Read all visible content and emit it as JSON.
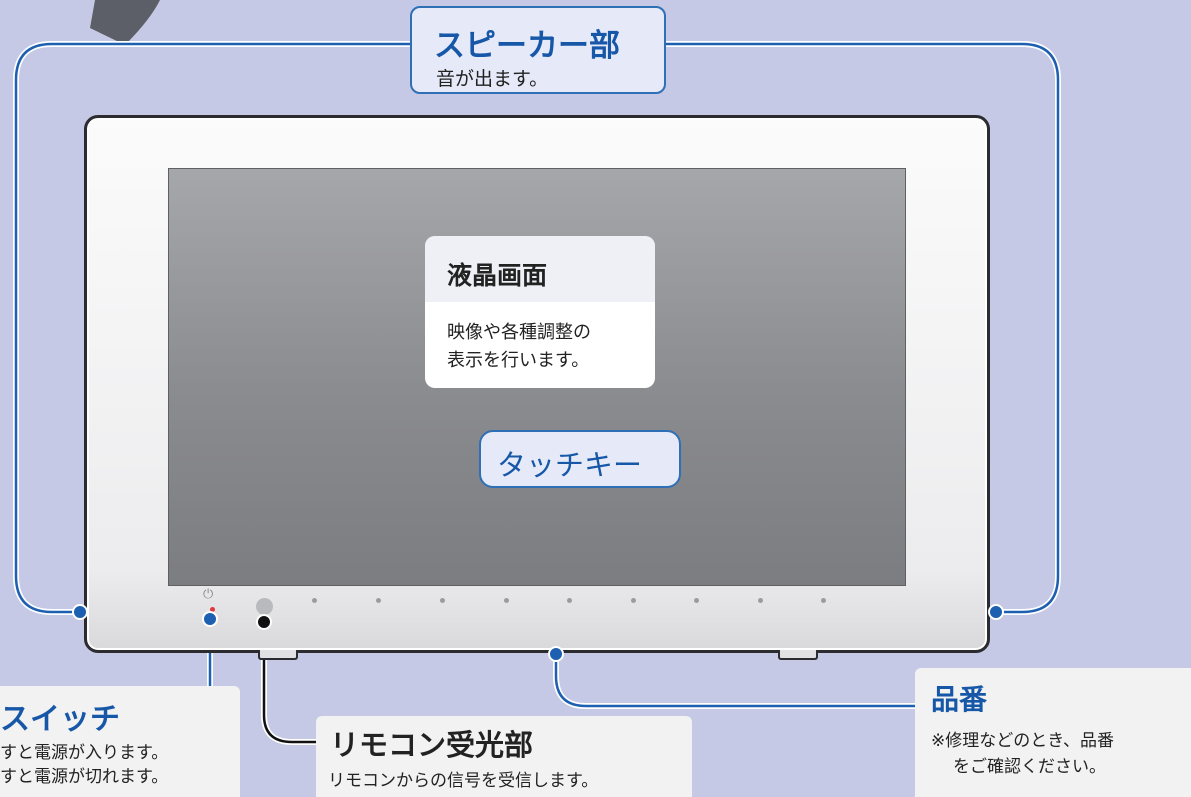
{
  "speaker": {
    "title": "スピーカー部",
    "desc": "音が出ます。"
  },
  "lcd": {
    "title": "液晶画面",
    "desc_line1": "映像や各種調整の",
    "desc_line2": "表示を行います。"
  },
  "touch_key": {
    "title": "タッチキー"
  },
  "power_switch": {
    "title": "スイッチ",
    "desc_line1": "すと電源が入ります。",
    "desc_line2": "すと電源が切れます。"
  },
  "remote_sensor": {
    "title": "リモコン受光部",
    "desc": "リモコンからの信号を受信します。"
  },
  "model_number": {
    "title": "品番",
    "desc_line1": "※修理などのとき、品番",
    "desc_line2": "をご確認ください。"
  },
  "icons": {
    "power": "⏻"
  },
  "colors": {
    "accent_blue": "#1d5fb0",
    "background": "#c5c9e6"
  }
}
